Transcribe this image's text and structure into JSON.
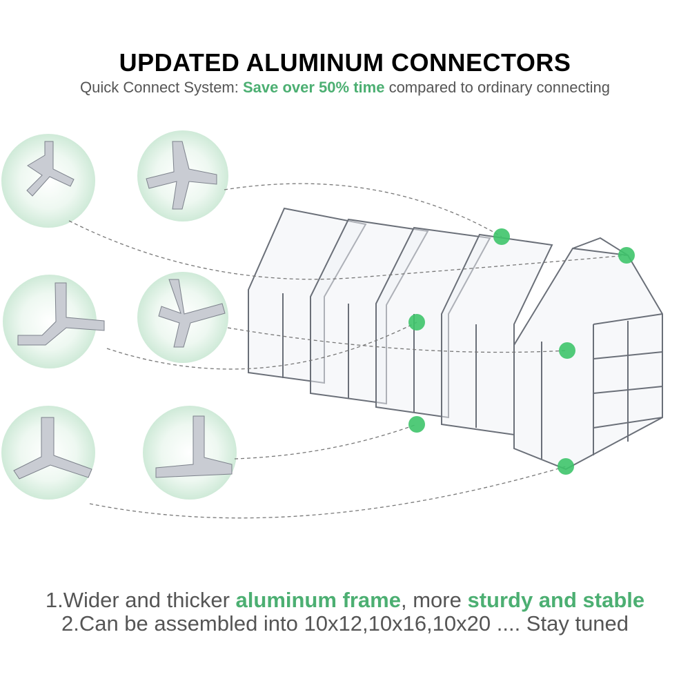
{
  "header": {
    "title": "UPDATED ALUMINUM CONNECTORS",
    "subtitle_prefix": "Quick Connect System: ",
    "subtitle_highlight": "Save over 50% time",
    "subtitle_suffix": " compared to ordinary connecting"
  },
  "features": {
    "line1_prefix": "1.Wider and thicker ",
    "line1_highlight1": "aluminum frame",
    "line1_middle": ", more ",
    "line1_highlight2": "sturdy and stable",
    "line2": "2.Can be assembled into 10x12,10x16,10x20 .... Stay tuned"
  },
  "colors": {
    "accent": "#4caf72",
    "dot": "#3ec46a",
    "text": "#555555"
  }
}
